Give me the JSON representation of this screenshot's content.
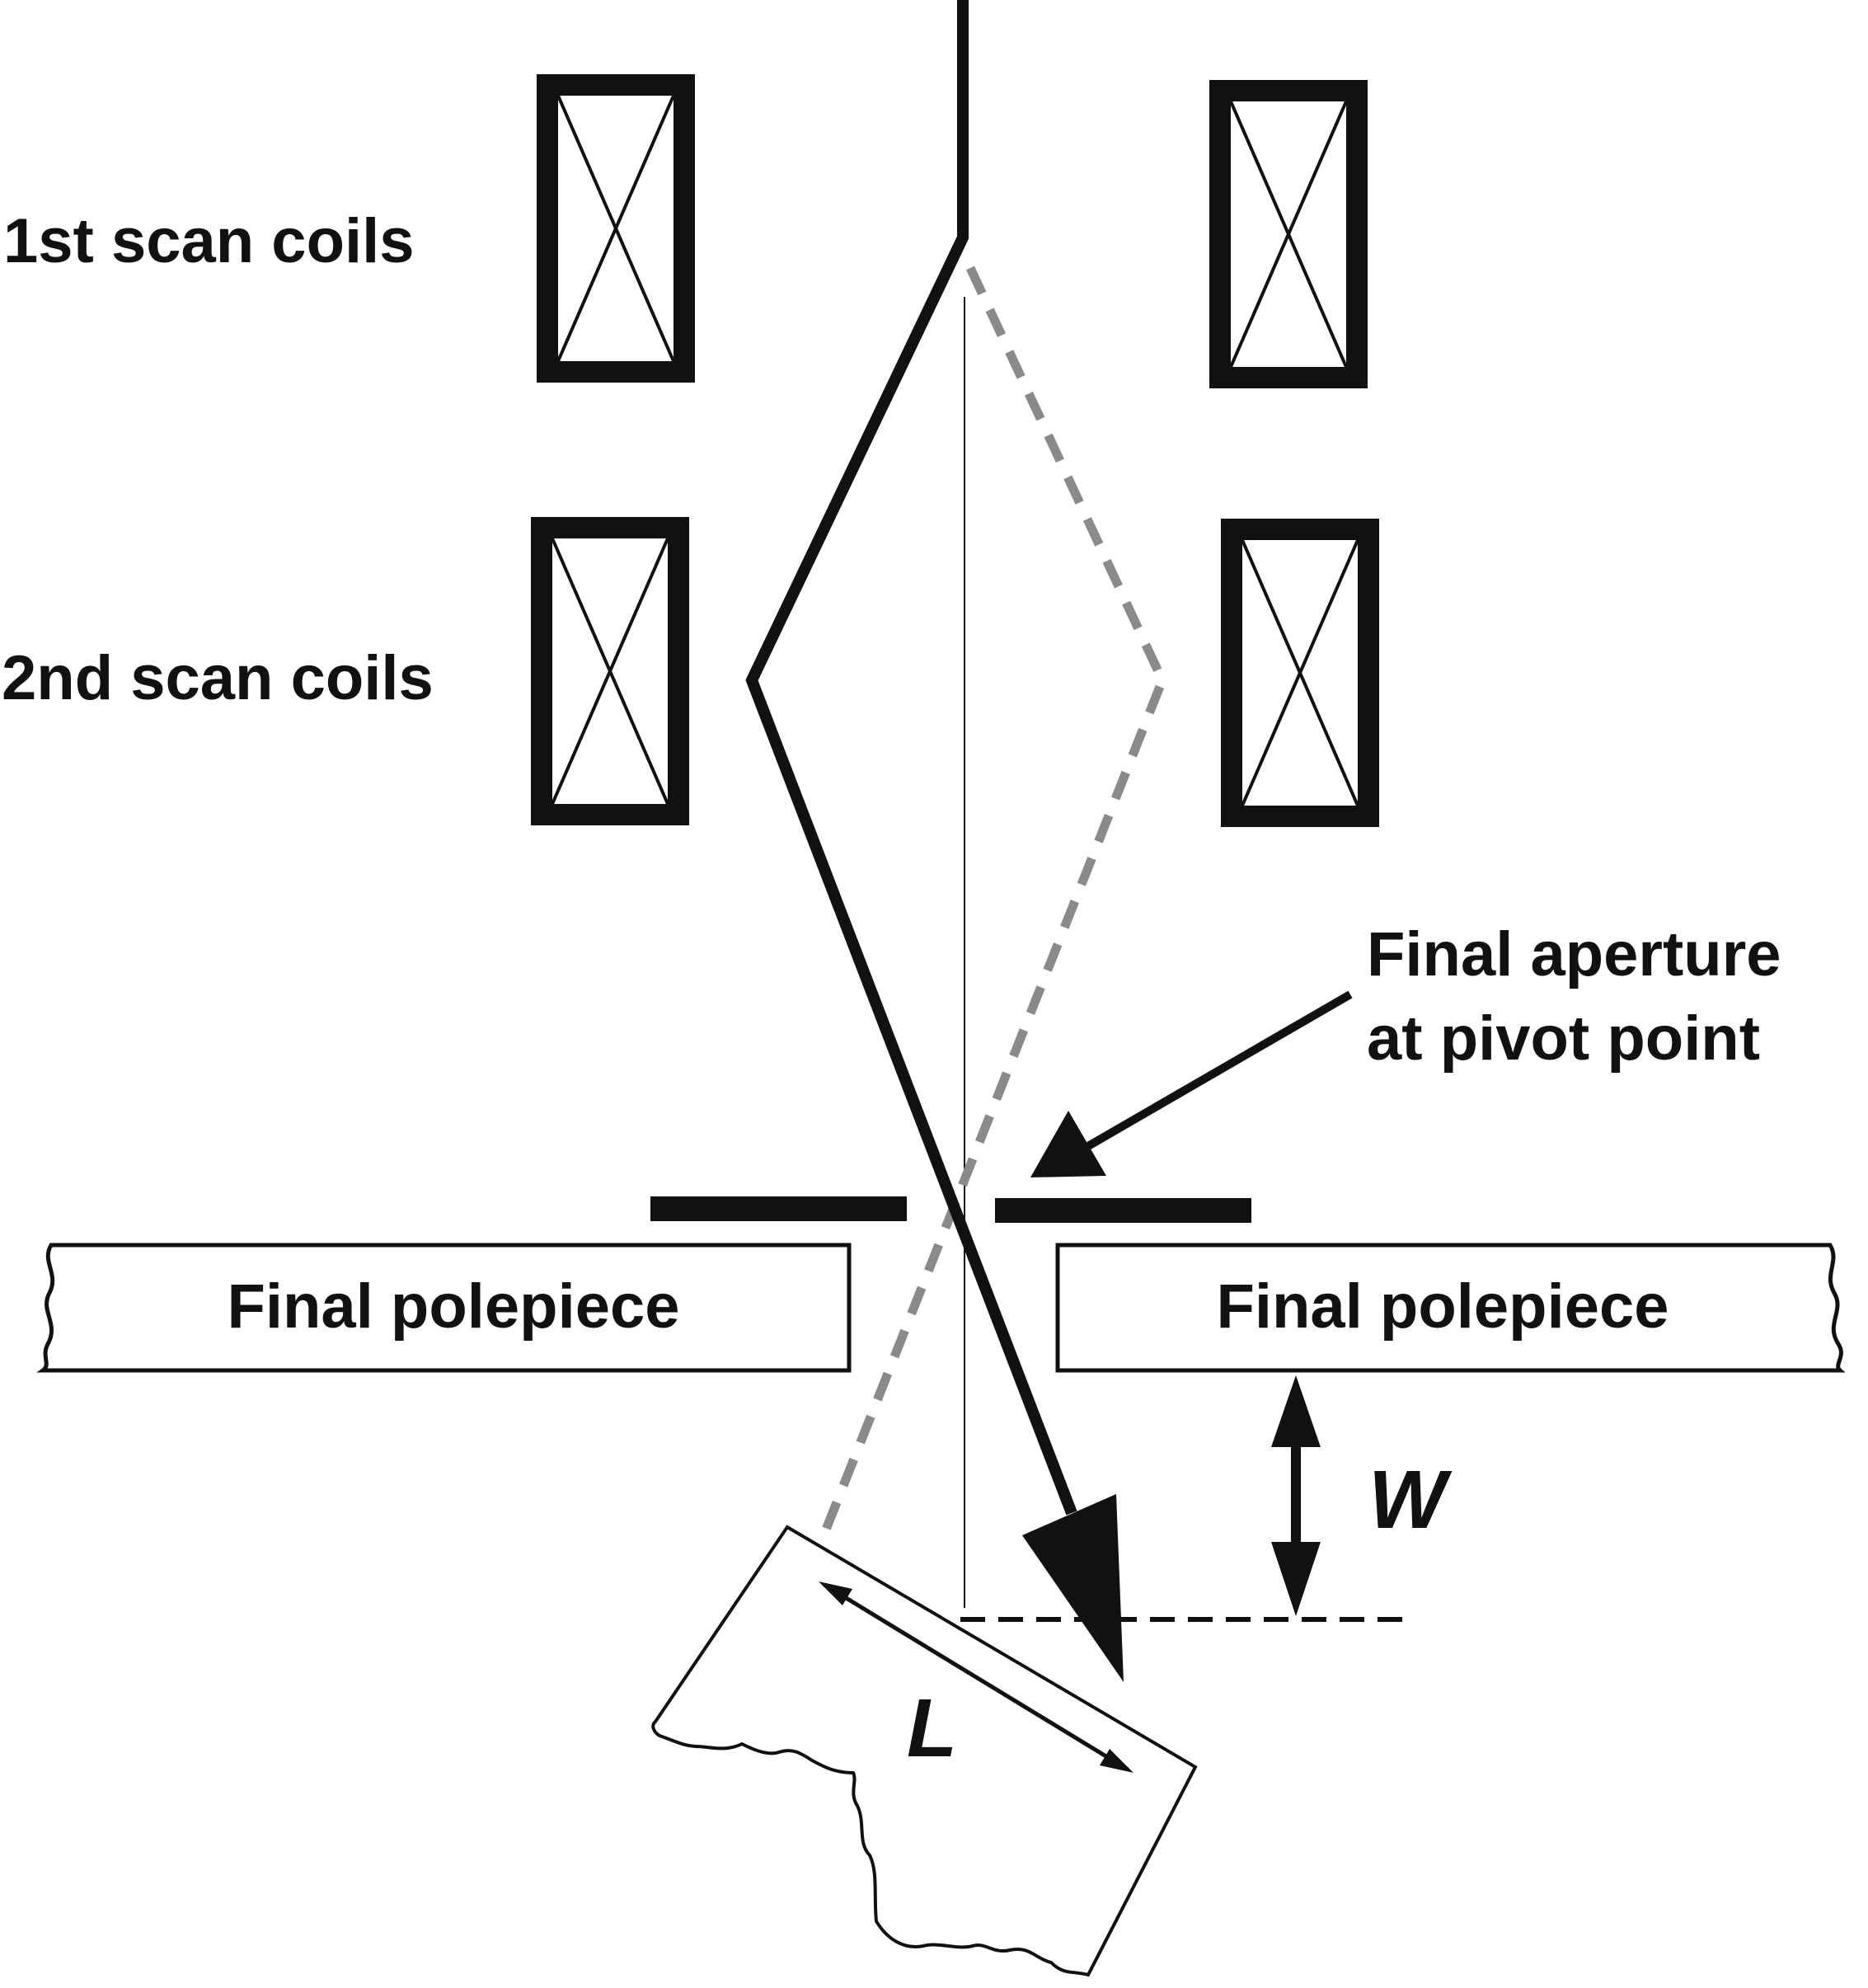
{
  "labels": {
    "first_scan_coils": "1st scan coils",
    "second_scan_coils": "2nd scan coils",
    "final_aperture_line1": "Final aperture",
    "final_aperture_line2": "at pivot point",
    "polepiece_left": "Final polepiece",
    "polepiece_right": "Final polepiece",
    "working_distance": "W",
    "scan_length": "L"
  },
  "colors": {
    "ink": "#111111",
    "ray_dashed": "#8a8a8a",
    "background": "#ffffff"
  }
}
